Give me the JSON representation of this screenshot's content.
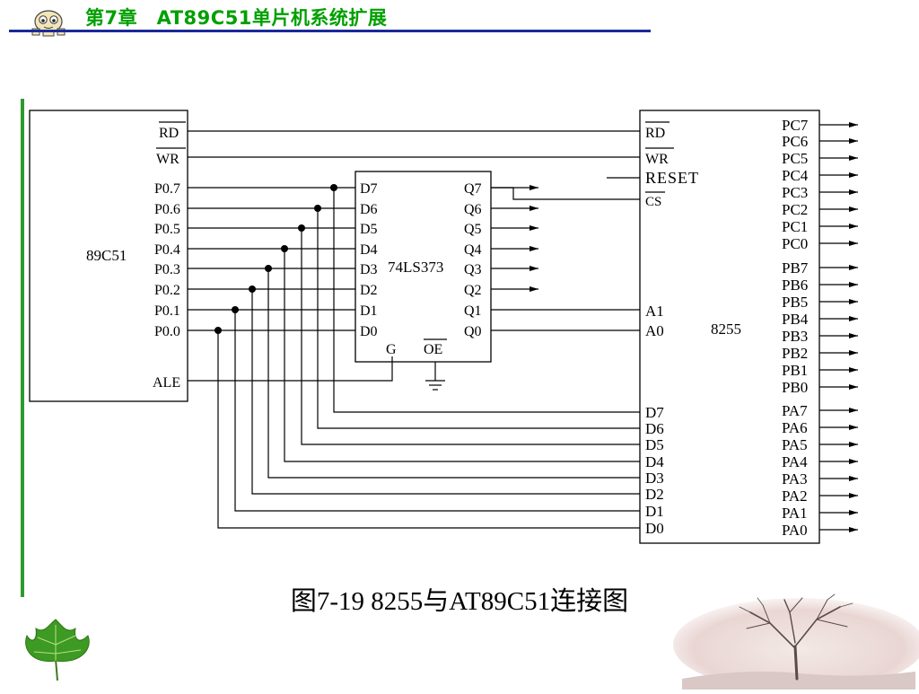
{
  "header": {
    "title": "第7章　AT89C51单片机系统扩展"
  },
  "caption": "图7-19  8255与AT89C51连接图",
  "colors": {
    "header_text": "#00a000",
    "header_line": "#1a2a9a",
    "left_bar": "#2e9a2e",
    "wire": "#000000"
  },
  "diagram": {
    "mcu": {
      "name": "89C51",
      "pins": {
        "rd": "RD",
        "wr": "WR",
        "ale": "ALE",
        "p": [
          "P0.7",
          "P0.6",
          "P0.5",
          "P0.4",
          "P0.3",
          "P0.2",
          "P0.1",
          "P0.0"
        ]
      }
    },
    "latch": {
      "name": "74LS373",
      "d": [
        "D7",
        "D6",
        "D5",
        "D4",
        "D3",
        "D2",
        "D1",
        "D0"
      ],
      "q": [
        "Q7",
        "Q6",
        "Q5",
        "Q4",
        "Q3",
        "Q2",
        "Q1",
        "Q0"
      ],
      "g": "G",
      "oe": "OE"
    },
    "ppi": {
      "name": "8255",
      "left": {
        "rd": "RD",
        "wr": "WR",
        "reset": "RESET",
        "cs": "CS",
        "a1": "A1",
        "a0": "A0",
        "d": [
          "D7",
          "D6",
          "D5",
          "D4",
          "D3",
          "D2",
          "D1",
          "D0"
        ]
      },
      "pc": [
        "PC7",
        "PC6",
        "PC5",
        "PC4",
        "PC3",
        "PC2",
        "PC1",
        "PC0"
      ],
      "pb": [
        "PB7",
        "PB6",
        "PB5",
        "PB4",
        "PB3",
        "PB2",
        "PB1",
        "PB0"
      ],
      "pa": [
        "PA7",
        "PA6",
        "PA5",
        "PA4",
        "PA3",
        "PA2",
        "PA1",
        "PA0"
      ]
    }
  },
  "decorations": {
    "top_logo": "cartoon-face-icon",
    "bottom_left": "green-leaf-icon",
    "bottom_right": "tree-landscape-icon"
  }
}
